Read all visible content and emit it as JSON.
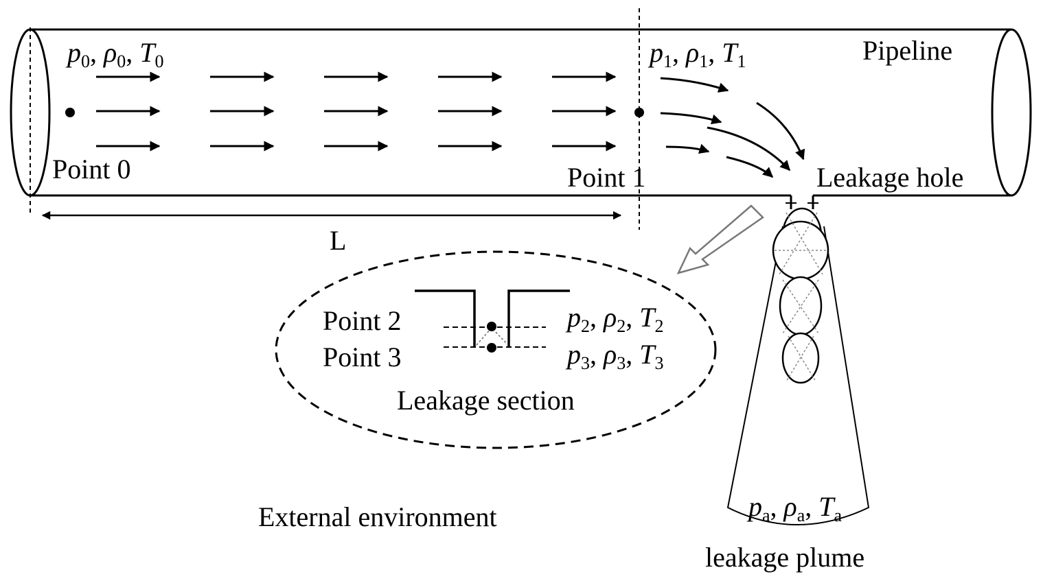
{
  "labels": {
    "point0": "Point 0",
    "point1": "Point 1",
    "point2": "Point 2",
    "point3": "Point 3",
    "pipeline": "Pipeline",
    "leakage_hole": "Leakage hole",
    "length": "L",
    "leakage_section": "Leakage section",
    "external_environment": "External environment",
    "leakage_plume": "leakage plume"
  },
  "states": {
    "s0": {
      "p": "p",
      "rho": "ρ",
      "T": "T",
      "sub": "0"
    },
    "s1": {
      "p": "p",
      "rho": "ρ",
      "T": "T",
      "sub": "1"
    },
    "s2": {
      "p": "p",
      "rho": "ρ",
      "T": "T",
      "sub": "2"
    },
    "s3": {
      "p": "p",
      "rho": "ρ",
      "T": "T",
      "sub": "3"
    },
    "sa": {
      "p": "p",
      "rho": "ρ",
      "T": "T",
      "sub": "a"
    }
  },
  "separator": ", "
}
